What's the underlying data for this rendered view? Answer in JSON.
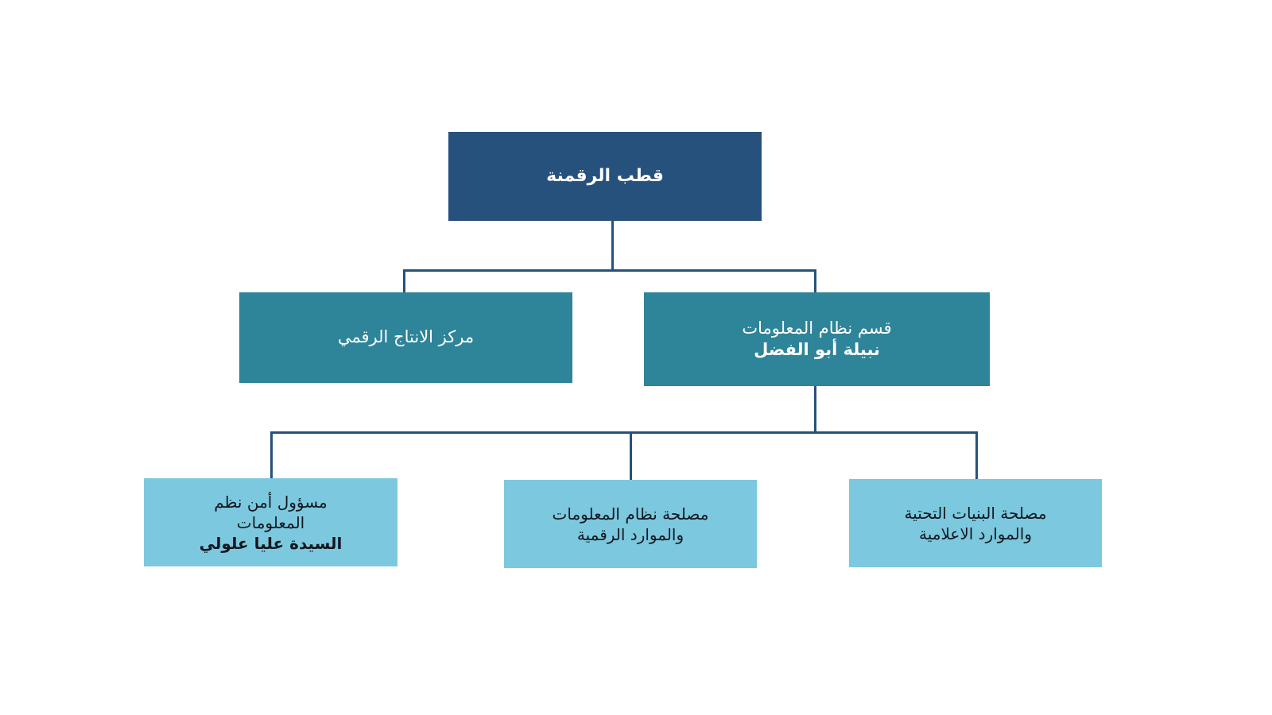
{
  "chart_title": "قطب الرقمنة",
  "colors": {
    "root_box": "#27517d",
    "mid_box": "#2e8499",
    "leaf_box": "#7cc8de",
    "connector": "#27517d",
    "light_text": "#ffffff",
    "dark_text": "#111820",
    "background": "#ffffff"
  },
  "nodes": {
    "root": {
      "lines": [
        {
          "text": "قطب الرقمنة",
          "bold": true
        }
      ]
    },
    "digital_production_center": {
      "lines": [
        {
          "text": "مركز الانتاج الرقمي",
          "bold": false
        }
      ]
    },
    "information_system_department": {
      "lines": [
        {
          "text": "قسم نظام المعلومات",
          "bold": false
        },
        {
          "text": "نبيلة أبو الفضل",
          "bold": true
        }
      ]
    },
    "security_officer": {
      "lines": [
        {
          "text": "مسؤول أمن نظم",
          "bold": false
        },
        {
          "text": "المعلومات",
          "bold": false
        },
        {
          "text": "السيدة عليا علولي",
          "bold": true
        }
      ]
    },
    "info_system_service": {
      "lines": [
        {
          "text": "مصلحة نظام المعلومات",
          "bold": false
        },
        {
          "text": "والموارد الرقمية",
          "bold": false
        }
      ]
    },
    "infrastructure_service": {
      "lines": [
        {
          "text": "مصلحة البنيات التحتية",
          "bold": false
        },
        {
          "text": "والموارد الاعلامية",
          "bold": false
        }
      ]
    }
  }
}
